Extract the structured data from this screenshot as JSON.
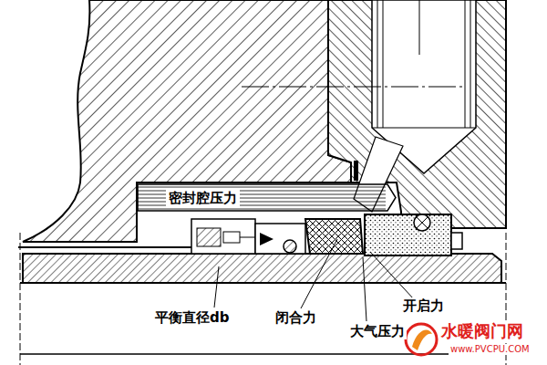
{
  "diagram": {
    "nodes": [
      {
        "text": [
          "密封腔压力"
        ]
      }
    ],
    "labels": [
      "平衡直径db",
      "闭合力",
      "大气压力",
      "开启力",
      "水暖阀门网",
      "www.PVCPU.COM"
    ]
  }
}
